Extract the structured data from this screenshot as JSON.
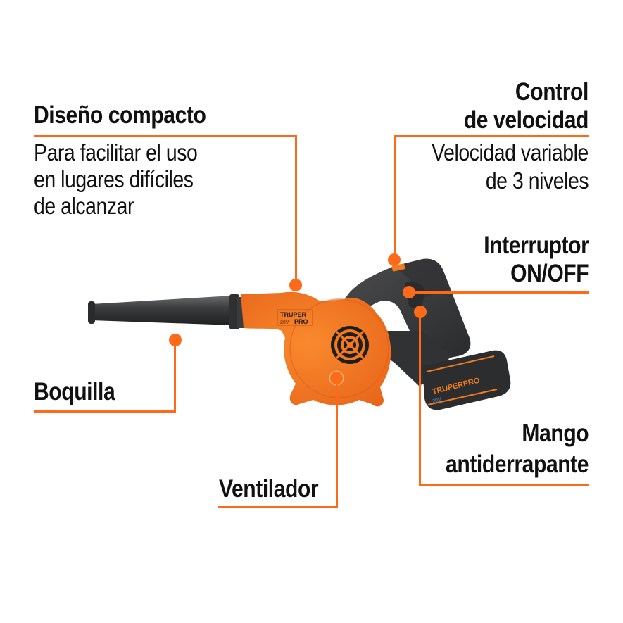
{
  "colors": {
    "accent": "#ff6a1a",
    "product_orange": "#f47a1f",
    "product_dark": "#3a3b3d",
    "text": "#111111",
    "background": "#ffffff"
  },
  "product": {
    "brand_line1": "TRUPER",
    "brand_line2": "PRO",
    "voltage": "20V",
    "battery_brand": "TRUPERPRO",
    "battery_voltage": "20V"
  },
  "callouts": {
    "compact": {
      "title": "Diseño compacto",
      "desc_lines": [
        "Para facilitar el uso",
        "en lugares difíciles",
        "de alcanzar"
      ]
    },
    "speed": {
      "title_lines": [
        "Control",
        "de velocidad"
      ],
      "desc_lines": [
        "Velocidad variable",
        "de 3 niveles"
      ]
    },
    "switch": {
      "title_lines": [
        "Interruptor",
        "ON/OFF"
      ]
    },
    "nozzle": {
      "title": "Boquilla"
    },
    "fan": {
      "title": "Ventilador"
    },
    "handle": {
      "title_lines": [
        "Mango",
        "antiderrapante"
      ]
    }
  }
}
